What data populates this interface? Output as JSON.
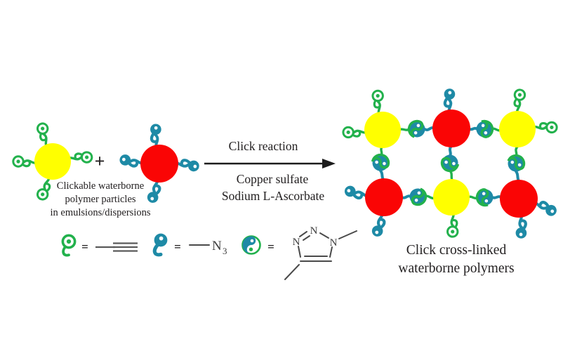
{
  "reactants": {
    "plus": "+",
    "caption_line1": "Clickable waterborne",
    "caption_line2": "polymer particles",
    "caption_line3": "in emulsions/dispersions"
  },
  "reaction": {
    "label": "Click reaction",
    "catalyst_line1": "Copper sulfate",
    "catalyst_line2": "Sodium L-Ascorbate"
  },
  "product": {
    "caption_line1": "Click cross-linked",
    "caption_line2": "waterborne polymers"
  },
  "legend": {
    "alkyne_equals": "=",
    "azide_equals": "=",
    "triazole_equals": "=",
    "azide_symbol": "N",
    "azide_subscript": "3",
    "triazole_n_top": "N",
    "triazole_n_left": "N",
    "triazole_n_right": "N"
  },
  "colors": {
    "particle_yellow": "#ffff00",
    "particle_red": "#fa0505",
    "alkyne_green": "#22b14c",
    "azide_teal": "#1e8aa6",
    "text": "#232021"
  }
}
